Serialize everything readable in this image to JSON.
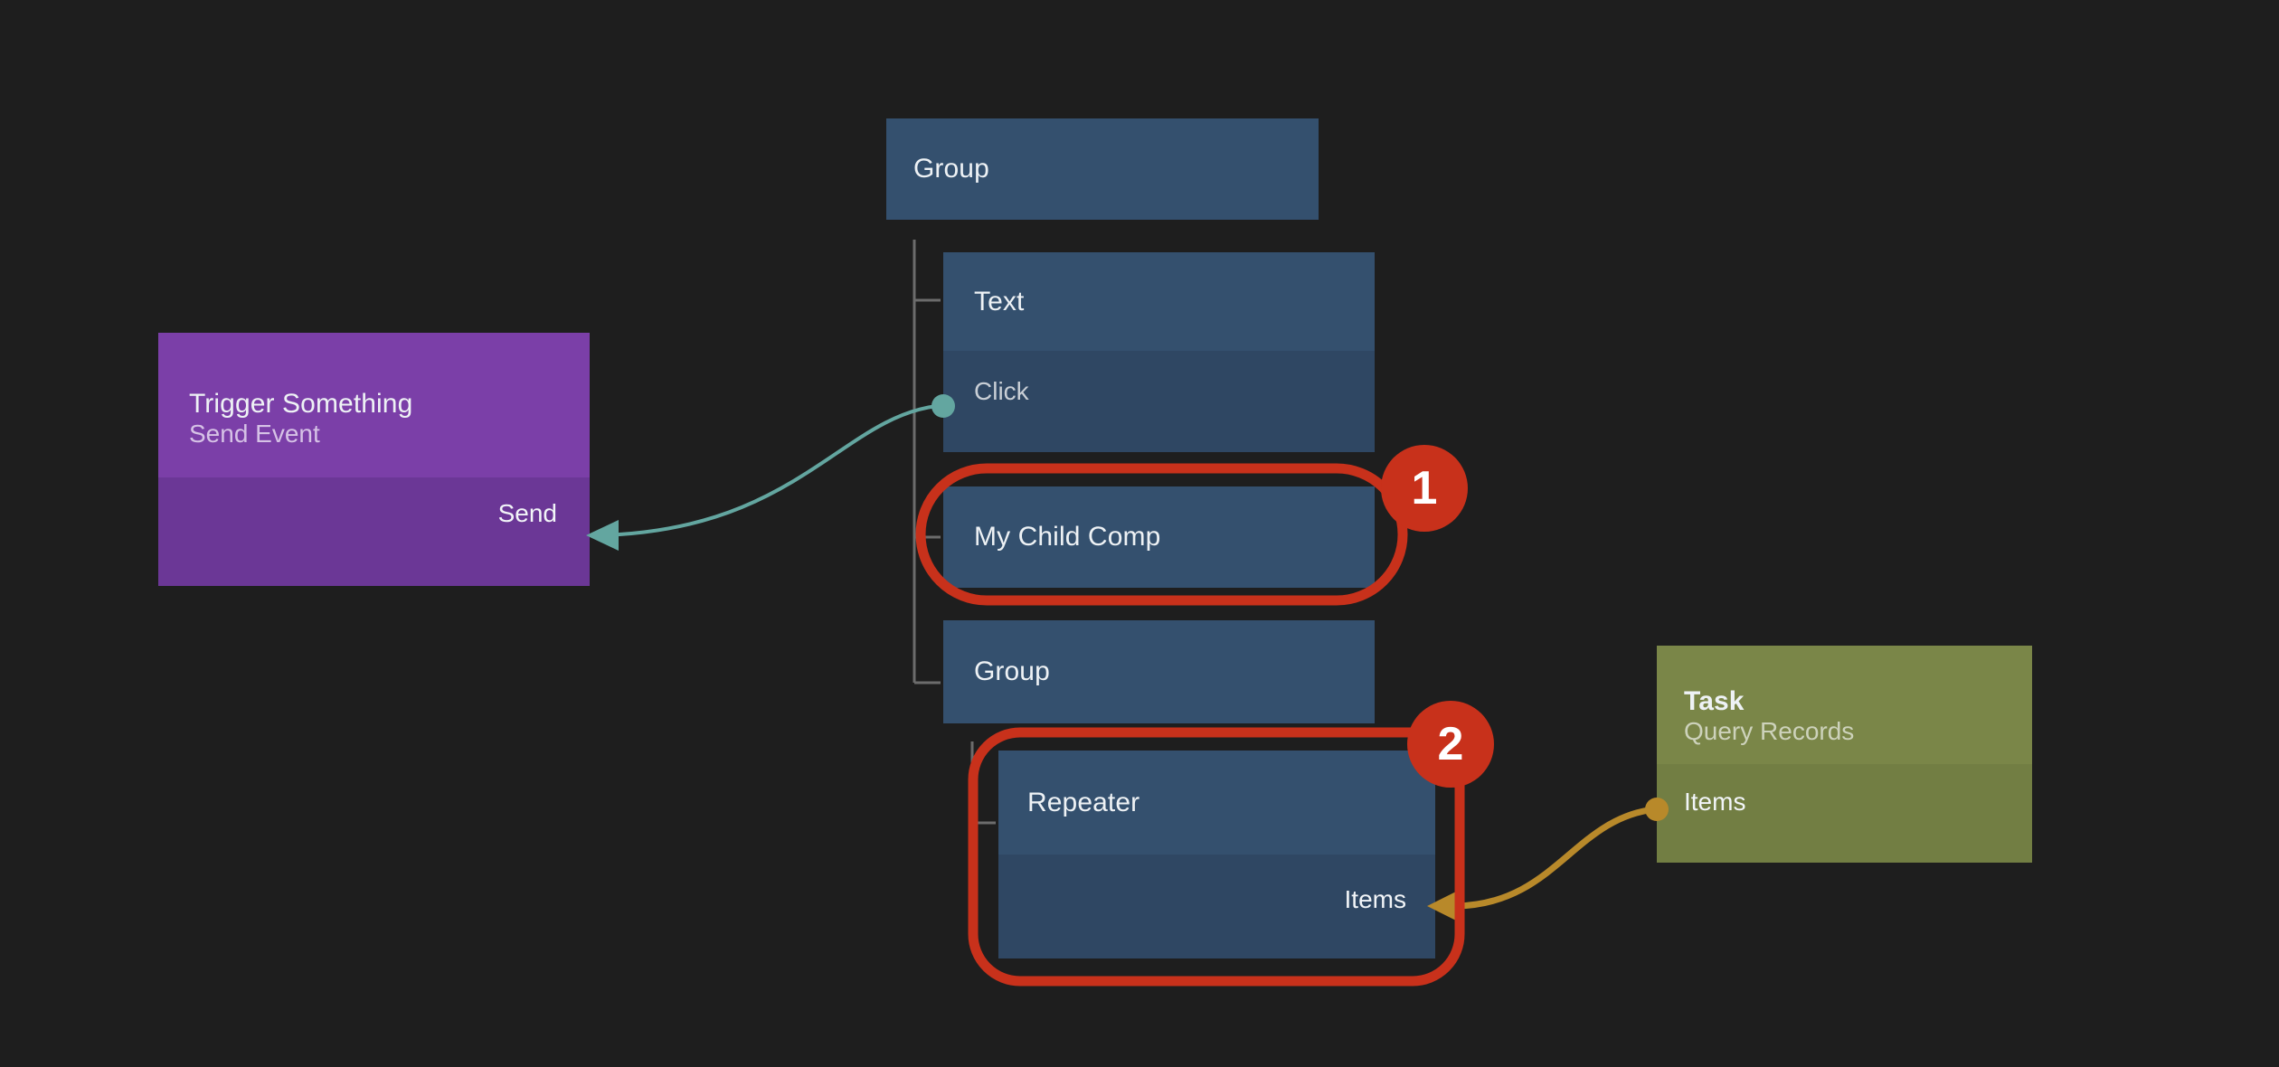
{
  "canvas": {
    "background": "#1e1e1e",
    "accent_red": "#c8311b",
    "accent_teal": "#63a6a0",
    "accent_gold": "#b8892a",
    "blue_header": "#34506e",
    "blue_body": "#2f4763",
    "purple_header": "#7b3fa8",
    "purple_body": "#6b3796",
    "olive_header": "#7a8648",
    "olive_body": "#727e43"
  },
  "nodes": {
    "root_group": {
      "title": "Group"
    },
    "text": {
      "title": "Text",
      "port_out": "Click"
    },
    "my_child_comp": {
      "title": "My Child Comp"
    },
    "child_group": {
      "title": "Group"
    },
    "repeater": {
      "title": "Repeater",
      "port_in": "Items"
    },
    "trigger": {
      "title": "Trigger Something",
      "subtitle": "Send Event",
      "port_in": "Send"
    },
    "task": {
      "title": "Task",
      "subtitle": "Query Records",
      "port_out": "Items"
    }
  },
  "annotations": [
    {
      "id": "annotation-1",
      "label": "1",
      "target": "my-child-comp-node"
    },
    {
      "id": "annotation-2",
      "label": "2",
      "target": "repeater-node"
    }
  ],
  "connections": [
    {
      "from": "text.Click",
      "to": "trigger.Send",
      "color": "#63a6a0"
    },
    {
      "from": "task.Items",
      "to": "repeater.Items",
      "color": "#b8892a"
    }
  ]
}
